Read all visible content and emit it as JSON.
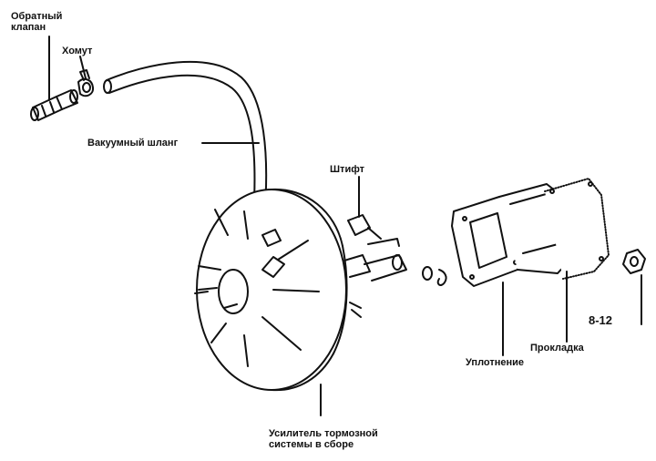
{
  "labels": {
    "check_valve_line1": "Обратный",
    "check_valve_line2": "клапан",
    "clamp": "Хомут",
    "vacuum_hose": "Вакуумный шланг",
    "pin": "Штифт",
    "seal": "Уплотнение",
    "gasket": "Прокладка",
    "figure_number": "8-12",
    "booster_line1": "Усилитель тормозной",
    "booster_line2": "системы в сборе"
  }
}
